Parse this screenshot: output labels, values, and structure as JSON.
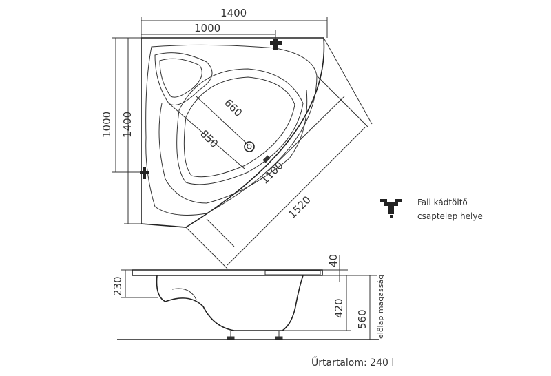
{
  "plan_view": {
    "dimensions": {
      "width_total": "1400",
      "width_inner": "1000",
      "depth_inner": "1000",
      "depth_total": "1400",
      "diag_660": "660",
      "diag_850": "850",
      "diag_1100": "1100",
      "diag_1520": "1520"
    }
  },
  "legend": {
    "icon": "wall-faucet-icon",
    "line1": "Fali kádtöltő",
    "line2": "csaptelep helye"
  },
  "side_view": {
    "dimensions": {
      "rim_height": "230",
      "rim_thickness": "40",
      "inner_depth": "420",
      "front_height": "560"
    },
    "front_panel_label": "előlap magasság"
  },
  "capacity": "Űrtartalom: 240 l"
}
